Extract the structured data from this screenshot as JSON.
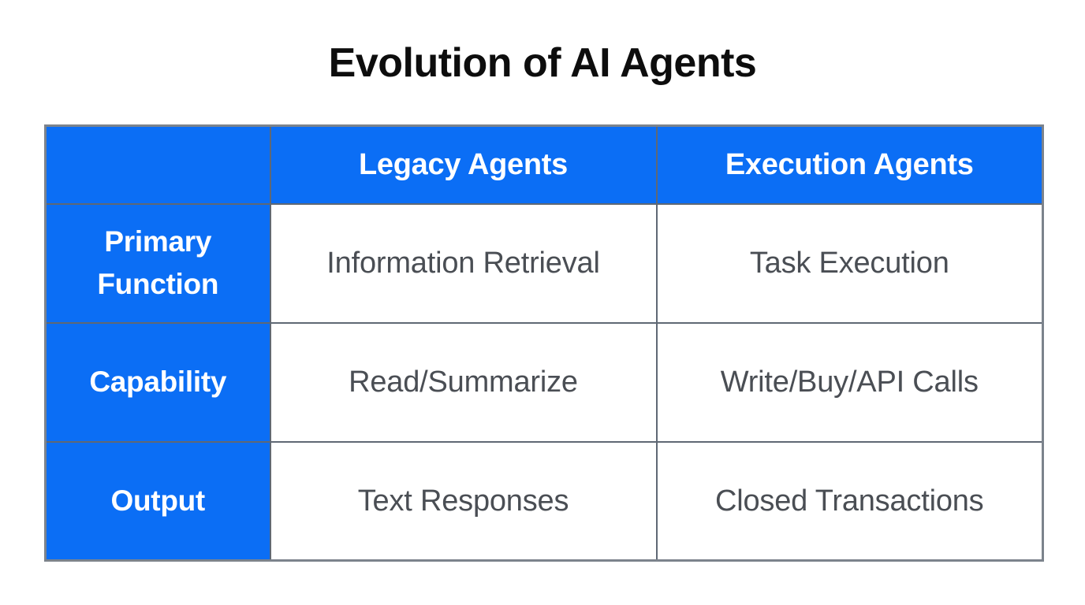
{
  "title": "Evolution of AI Agents",
  "table": {
    "corner_label": "",
    "columns": [
      "Legacy Agents",
      "Execution Agents"
    ],
    "rows": [
      {
        "label": "Primary Function",
        "label_lines": [
          "Primary",
          "Function"
        ],
        "cells": [
          "Information Retrieval",
          "Task Execution"
        ]
      },
      {
        "label": "Capability",
        "label_lines": [
          "Capability"
        ],
        "cells": [
          "Read/Summarize",
          "Write/Buy/API Calls"
        ]
      },
      {
        "label": "Output",
        "label_lines": [
          "Output"
        ],
        "cells": [
          "Text Responses",
          "Closed Transactions"
        ]
      }
    ]
  },
  "colors": {
    "accent_blue": "#0b6ef5",
    "header_text": "#ffffff",
    "body_text": "#4a4e54",
    "title_text": "#0d0d0d",
    "border_inner": "#5f6874",
    "border_outer": "#7c838c",
    "background": "#ffffff"
  }
}
